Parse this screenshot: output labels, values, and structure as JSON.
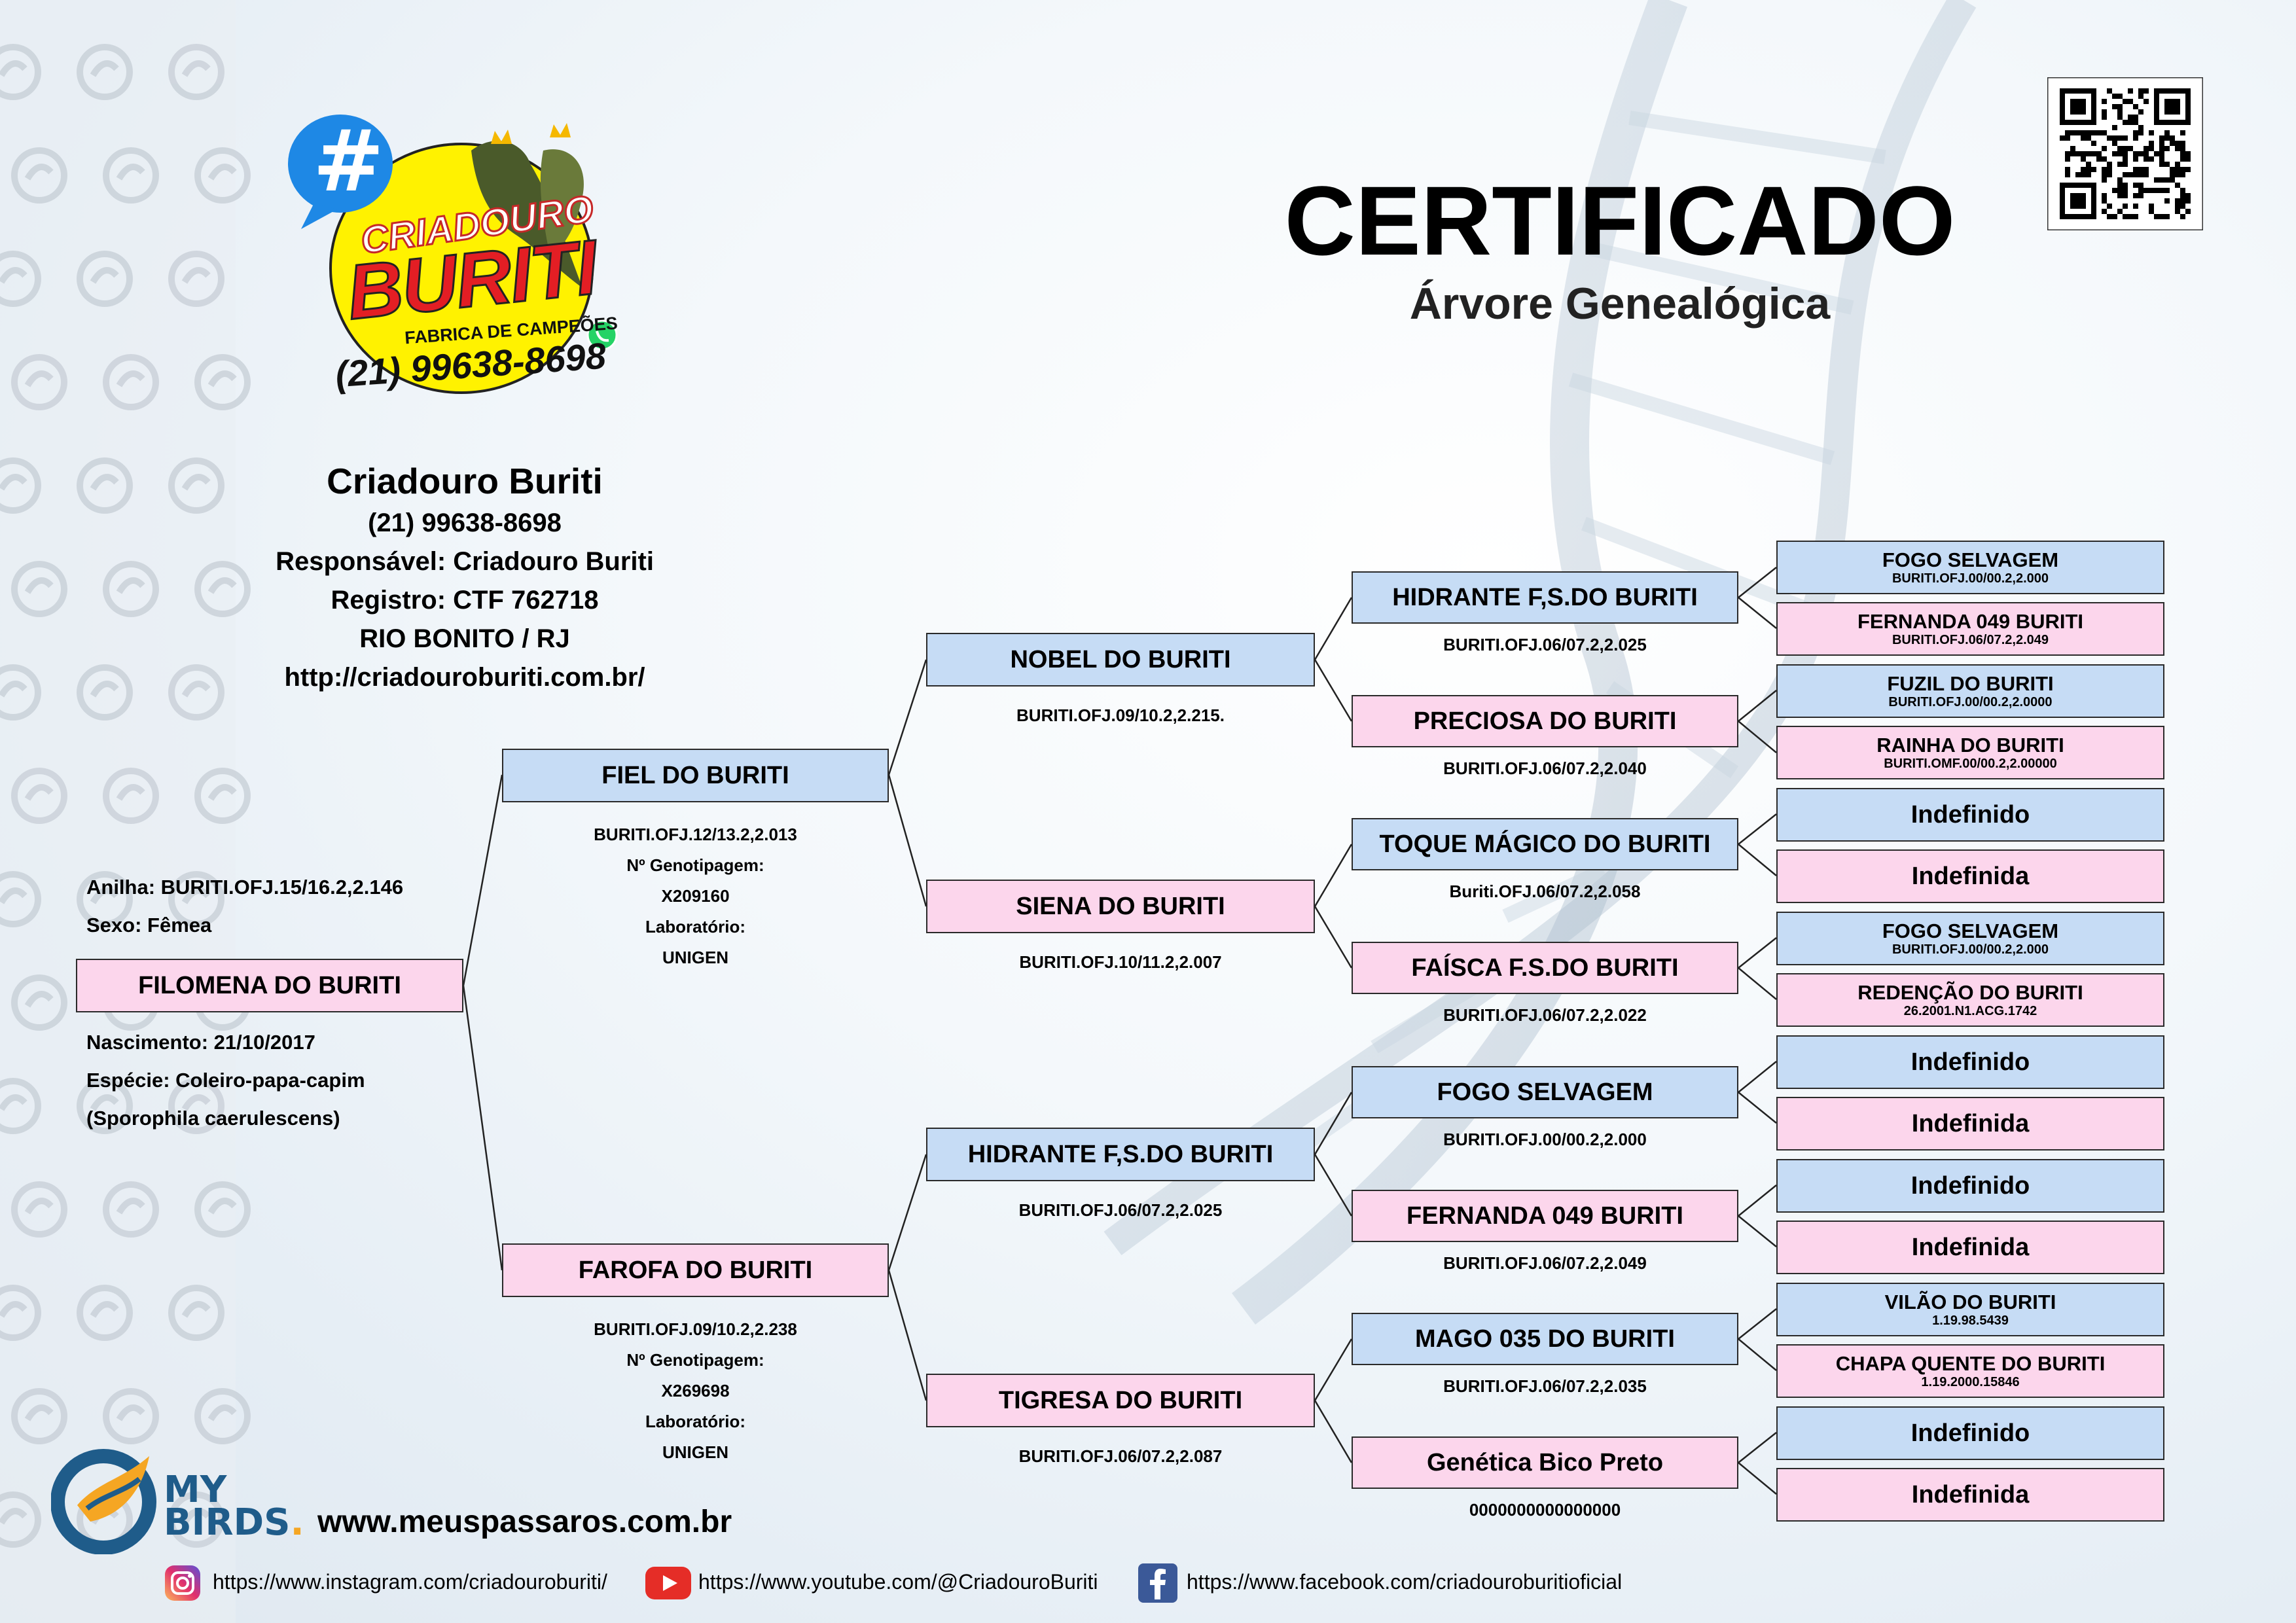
{
  "header": {
    "title": "CERTIFICADO",
    "subtitle": "Árvore Genealógica"
  },
  "logo": {
    "hash": "#",
    "line1": "CRIADOURO",
    "line2": "BURITI",
    "tagline": "FABRICA DE CAMPEÕES",
    "phone": "(21) 99638-8698"
  },
  "breeder": {
    "name": "Criadouro Buriti",
    "phone": "(21) 99638-8698",
    "responsible": "Responsável: Criadouro Buriti",
    "registry": "Registro: CTF 762718",
    "location": "RIO BONITO / RJ",
    "website": "http://criadouroburiti.com.br/"
  },
  "bird": {
    "name": "FILOMENA DO BURITI",
    "ring": "Anilha: BURITI.OFJ.15/16.2,2.146",
    "sex": "Sexo: Fêmea",
    "birth": "Nascimento: 21/10/2017",
    "species": "Espécie: Coleiro-papa-capim",
    "scientific": "(Sporophila caerulescens)"
  },
  "parents": {
    "father": {
      "name": "FIEL DO BURITI",
      "lines": [
        "BURITI.OFJ.12/13.2,2.013",
        "Nº Genotipagem:",
        "X209160",
        "Laboratório:",
        "UNIGEN"
      ]
    },
    "mother": {
      "name": "FAROFA DO BURITI",
      "lines": [
        "BURITI.OFJ.09/10.2,2.238",
        "Nº Genotipagem:",
        "X269698",
        "Laboratório:",
        "UNIGEN"
      ]
    }
  },
  "grandparents": [
    {
      "name": "NOBEL DO BURITI",
      "code": "BURITI.OFJ.09/10.2,2.215."
    },
    {
      "name": "SIENA DO BURITI",
      "code": "BURITI.OFJ.10/11.2,2.007"
    },
    {
      "name": "HIDRANTE F,S.DO BURITI",
      "code": "BURITI.OFJ.06/07.2,2.025"
    },
    {
      "name": "TIGRESA DO BURITI",
      "code": "BURITI.OFJ.06/07.2,2.087"
    }
  ],
  "great_grandparents": [
    {
      "name": "HIDRANTE F,S.DO BURITI",
      "code": "BURITI.OFJ.06/07.2,2.025"
    },
    {
      "name": "PRECIOSA DO BURITI",
      "code": "BURITI.OFJ.06/07.2,2.040"
    },
    {
      "name": "TOQUE MÁGICO DO BURITI",
      "code": "Buriti.OFJ.06/07.2,2.058"
    },
    {
      "name": "FAÍSCA F.S.DO BURITI",
      "code": "BURITI.OFJ.06/07.2,2.022"
    },
    {
      "name": "FOGO SELVAGEM",
      "code": "BURITI.OFJ.00/00.2,2.000"
    },
    {
      "name": "FERNANDA 049 BURITI",
      "code": "BURITI.OFJ.06/07.2,2.049"
    },
    {
      "name": "MAGO 035 DO BURITI",
      "code": "BURITI.OFJ.06/07.2,2.035"
    },
    {
      "name": "Genética Bico Preto",
      "code": "0000000000000000"
    }
  ],
  "gen4": [
    {
      "name": "FOGO SELVAGEM",
      "code": "BURITI.OFJ.00/00.2,2.000"
    },
    {
      "name": "FERNANDA 049 BURITI",
      "code": "BURITI.OFJ.06/07.2,2.049"
    },
    {
      "name": "FUZIL DO BURITI",
      "code": "BURITI.OFJ.00/00.2,2.0000"
    },
    {
      "name": "RAINHA DO BURITI",
      "code": "BURITI.OMF.00/00.2,2.00000"
    },
    {
      "name": "Indefinido",
      "code": ""
    },
    {
      "name": "Indefinida",
      "code": ""
    },
    {
      "name": "FOGO SELVAGEM",
      "code": "BURITI.OFJ.00/00.2,2.000"
    },
    {
      "name": "REDENÇÃO DO BURITI",
      "code": "26.2001.N1.ACG.1742"
    },
    {
      "name": "Indefinido",
      "code": ""
    },
    {
      "name": "Indefinida",
      "code": ""
    },
    {
      "name": "Indefinido",
      "code": ""
    },
    {
      "name": "Indefinida",
      "code": ""
    },
    {
      "name": "VILÃO DO BURITI",
      "code": "1.19.98.5439"
    },
    {
      "name": "CHAPA QUENTE DO BURITI",
      "code": "1.19.2000.15846"
    },
    {
      "name": "Indefinido",
      "code": ""
    },
    {
      "name": "Indefinida",
      "code": ""
    }
  ],
  "footer": {
    "brand_line1": "MY",
    "brand_line2": "BIRDS",
    "brand_dot": ".",
    "website": "www.meuspassaros.com.br",
    "instagram": "https://www.instagram.com/criadouroburiti/",
    "youtube": "https://www.youtube.com/@CriadouroBuriti",
    "facebook": "https://www.facebook.com/criadouroburitioficial"
  },
  "colors": {
    "male_box": "#c6dcf5",
    "female_box": "#fcd6ec",
    "logo_yellow": "#fff200",
    "logo_red": "#e31e24",
    "logo_blue": "#1e88e5"
  }
}
